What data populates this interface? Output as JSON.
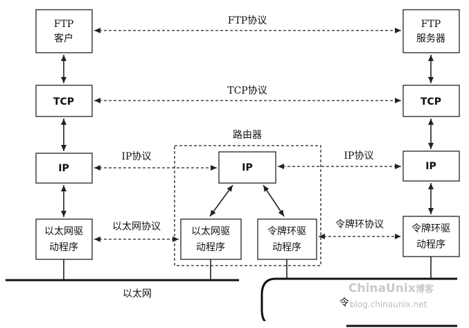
{
  "boxes": {
    "ftp_client": [
      "FTP",
      "客户"
    ],
    "ftp_server": [
      "FTP",
      "服务器"
    ],
    "tcp_left": "TCP",
    "tcp_right": "TCP",
    "ip_left": "IP",
    "ip_router": "IP",
    "ip_right": "IP",
    "eth_left": [
      "以太网驱",
      "动程序"
    ],
    "eth_router": [
      "以太网驱",
      "动程序"
    ],
    "tr_router": [
      "令牌环驱",
      "动程序"
    ],
    "tr_right": [
      "令牌环驱",
      "动程序"
    ]
  },
  "protocols": {
    "ftp": "FTP协议",
    "tcp": "TCP协议",
    "ip_left": "IP协议",
    "ip_right": "IP协议",
    "ethernet": "以太网协议",
    "token_ring": "令牌环协议"
  },
  "router_label": "路由器",
  "network_labels": {
    "ethernet": "以太网",
    "token_ring_partial": "令"
  },
  "watermark": {
    "brand": "ChinaUnix",
    "suffix": "博客",
    "url": "blog.chinaunix.net"
  }
}
